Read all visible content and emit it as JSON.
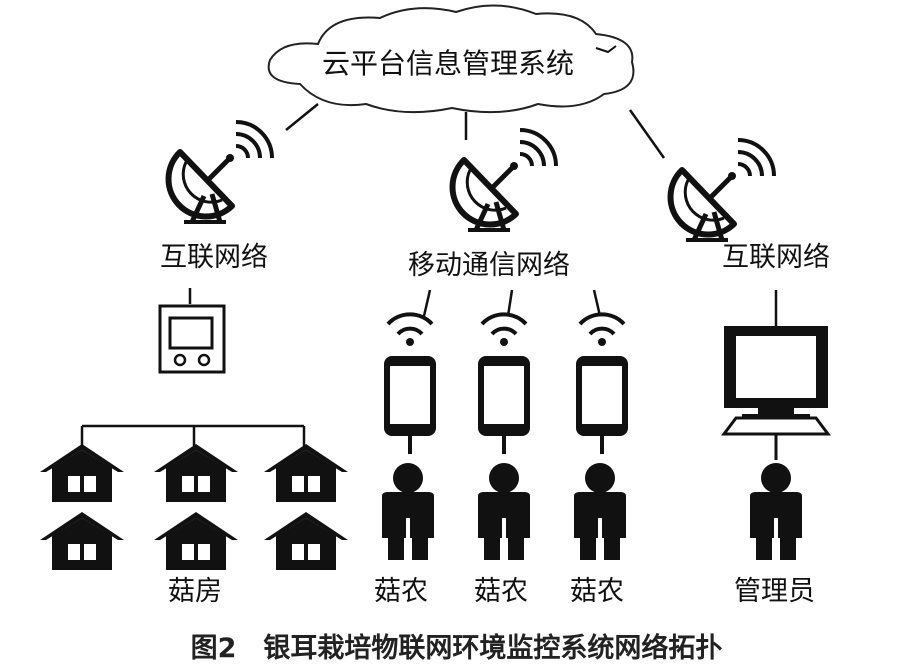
{
  "cloud": {
    "label": "云平台信息管理系统"
  },
  "networks": {
    "left": "互联网络",
    "middle": "移动通信网络",
    "right": "互联网络"
  },
  "nodes": {
    "mushroom_house": "菇房",
    "farmer_1": "菇农",
    "farmer_2": "菇农",
    "farmer_3": "菇农",
    "admin": "管理员"
  },
  "caption": "图2　银耳栽培物联网环境监控系统网络拓扑"
}
